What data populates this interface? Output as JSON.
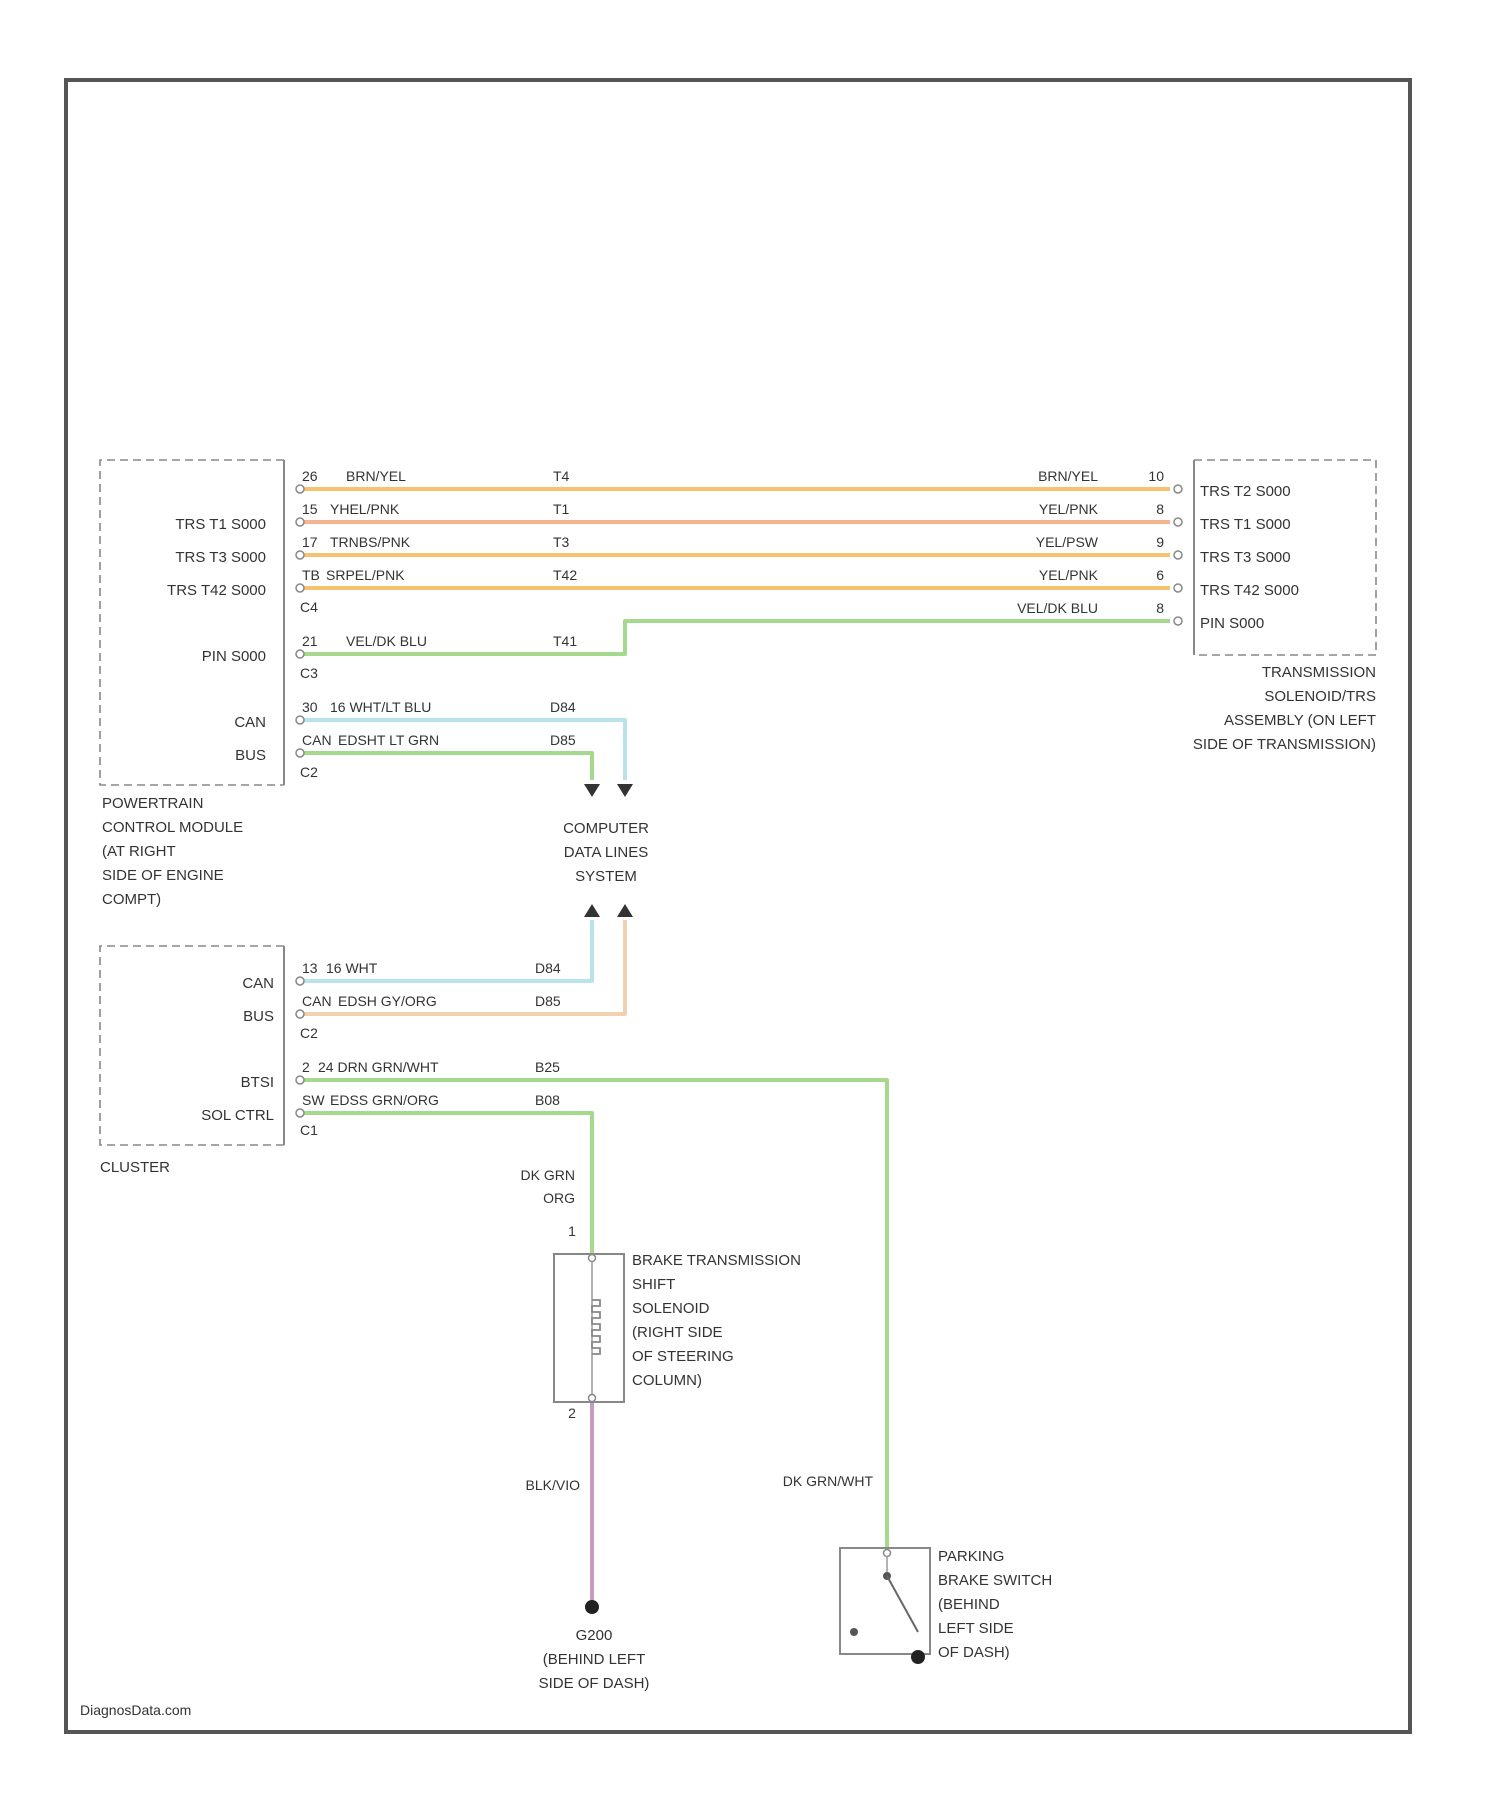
{
  "colors": {
    "orange": "#f7c270",
    "salmon": "#f5b390",
    "green": "#a4d98e",
    "lightblue": "#b9e2ea",
    "peach": "#f2d1b1",
    "purple": "#c79bc2",
    "frame": "#555555"
  },
  "pcm": {
    "labels": [
      "TRS T1 S000",
      "TRS T3 S000",
      "TRS T42 S000",
      "PIN S000",
      "CAN",
      "BUS"
    ],
    "name_lines": [
      "POWERTRAIN",
      "CONTROL MODULE",
      "(AT RIGHT",
      "SIDE OF ENGINE",
      "COMPT)"
    ],
    "connectors": [
      "C4",
      "C3",
      "C2"
    ],
    "wires": [
      {
        "pin": "26",
        "color": "BRN/YEL",
        "circuit": "T4"
      },
      {
        "pin": "15",
        "color": "YHEL/PNK",
        "circuit": "T1"
      },
      {
        "pin": "17",
        "color": "TRNBS/PNK",
        "circuit": "T3"
      },
      {
        "pin": "TB",
        "color": "SRPEL/PNK",
        "circuit": "T42"
      },
      {
        "pin": "21",
        "color": "VEL/DK BLU",
        "circuit": "T41"
      },
      {
        "pin": "30",
        "color": "16   WHT/LT BLU",
        "circuit": "D84"
      },
      {
        "pin": "CAN",
        "color": "EDSHT LT GRN",
        "circuit": "D85"
      }
    ]
  },
  "transmission": {
    "labels": [
      "TRS T2 S000",
      "TRS T1 S000",
      "TRS T3 S000",
      "TRS T42 S000",
      "PIN S000"
    ],
    "name_lines": [
      "TRANSMISSION",
      "SOLENOID/TRS",
      "ASSEMBLY (ON LEFT",
      "SIDE OF TRANSMISSION)"
    ],
    "wires": [
      {
        "color": "BRN/YEL",
        "pin": "10"
      },
      {
        "color": "YEL/PNK",
        "pin": "8"
      },
      {
        "color": "YEL/PSW",
        "pin": "9"
      },
      {
        "color": "YEL/PNK",
        "pin": "6"
      },
      {
        "color": "VEL/DK BLU",
        "pin": "8"
      }
    ]
  },
  "cds": {
    "name_lines": [
      "COMPUTER",
      "DATA LINES",
      "SYSTEM"
    ]
  },
  "cluster": {
    "labels": [
      "CAN",
      "BUS",
      "BTSI",
      "SOL CTRL"
    ],
    "name": "CLUSTER",
    "connectors": [
      "C2",
      "C1"
    ],
    "wires": [
      {
        "pin": "13",
        "color": "16   WHT",
        "circuit": "D84"
      },
      {
        "pin": "CAN",
        "color": "EDSH GY/ORG",
        "circuit": "D85"
      },
      {
        "pin": "2",
        "color": "24   DRN  GRN/WHT",
        "circuit": "B25"
      },
      {
        "pin": "SW",
        "color": "EDSS  GRN/ORG",
        "circuit": "B08"
      }
    ]
  },
  "wire_labels": {
    "solenoid_feed": [
      "DK GRN",
      "ORG"
    ],
    "solenoid_ground": "BLK/VIO",
    "switch_feed": "DK GRN/WHT"
  },
  "solenoid": {
    "pin_top": "1",
    "pin_bottom": "2",
    "name_lines": [
      "BRAKE TRANSMISSION",
      "SHIFT",
      "SOLENOID",
      "(RIGHT SIDE",
      "OF STEERING",
      "COLUMN)"
    ]
  },
  "ground": {
    "name_lines": [
      "G200",
      "(BEHIND LEFT",
      "SIDE OF DASH)"
    ]
  },
  "switch": {
    "name_lines": [
      "PARKING",
      "BRAKE SWITCH",
      "(BEHIND",
      "LEFT SIDE",
      "OF DASH)"
    ]
  },
  "footer": "DiagnosData.com"
}
